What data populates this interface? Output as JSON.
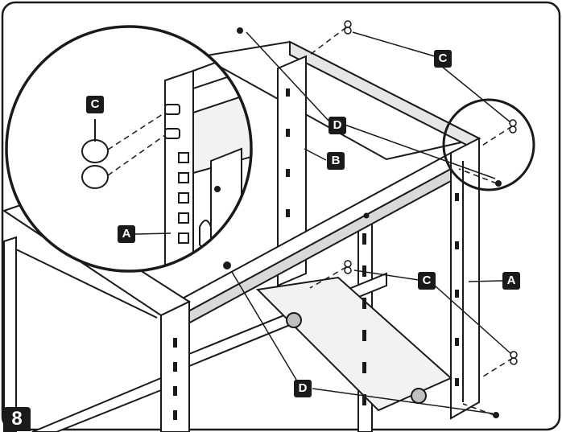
{
  "step_number": "8",
  "callouts": {
    "c_detail": "C",
    "d_top": "D",
    "b": "B",
    "a_detail": "A",
    "c_top": "C",
    "c_mid": "C",
    "a_right": "A",
    "d_bottom": "D"
  },
  "colors": {
    "line": "#1a1a1a",
    "panel": "#ffffff",
    "shade": "#d9d9d9"
  }
}
